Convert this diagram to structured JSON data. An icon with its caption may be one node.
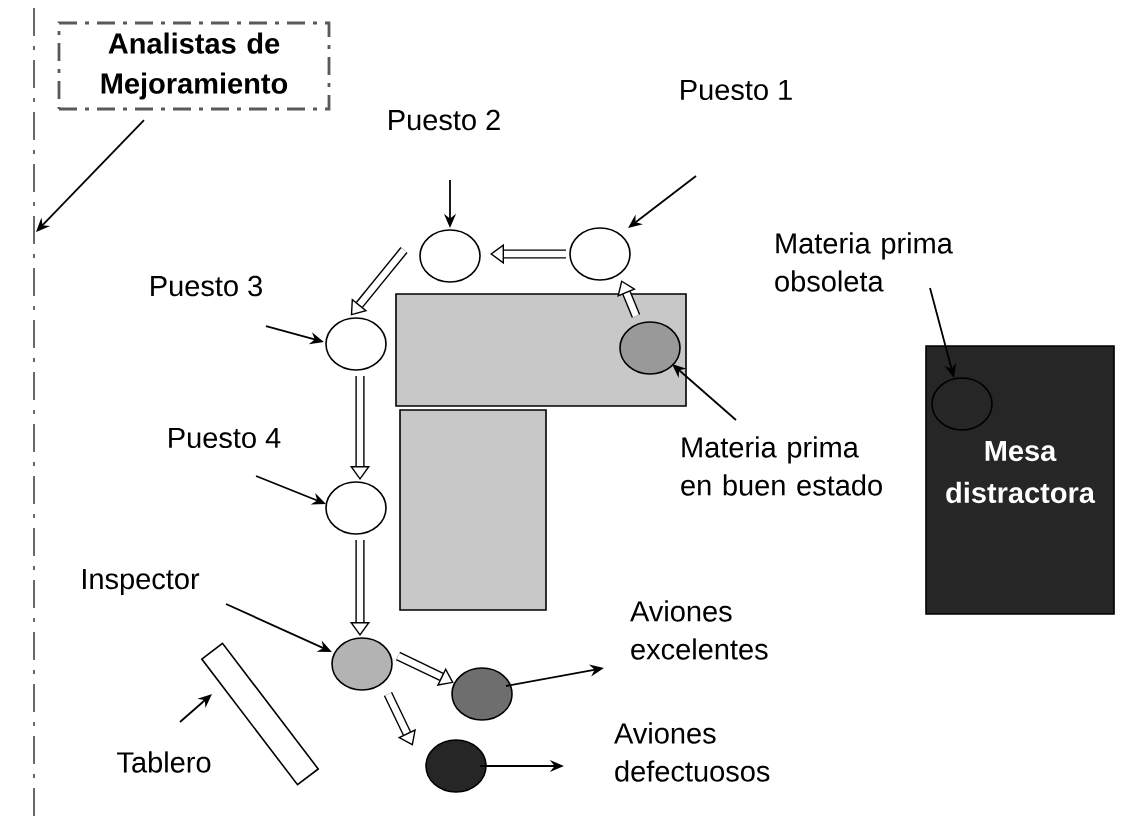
{
  "diagram": {
    "nodes": [
      {
        "text": [
          "Analistas de Mejoramiento"
        ]
      },
      {
        "text": [],
        "shape": "line"
      },
      {
        "text": [
          "Puesto 2"
        ]
      },
      {
        "text": [
          "Puesto 1"
        ]
      },
      {
        "text": [],
        "shape": "circle"
      },
      {
        "text": [],
        "shape": "circle"
      },
      {
        "text": [
          "Puesto 3"
        ]
      },
      {
        "text": [
          "Materia prima obsoleta"
        ]
      },
      {
        "text": [],
        "shape": "box"
      },
      {
        "text": [],
        "shape": "circle",
        "in": 8
      },
      {
        "text": [],
        "shape": "circle"
      },
      {
        "text": [
          "Mesa distractora"
        ]
      },
      {
        "text": [],
        "shape": "circle",
        "in": 11
      },
      {
        "text": [],
        "shape": "box"
      },
      {
        "text": [
          "Materia prima en buen estado"
        ]
      },
      {
        "text": [
          "Puesto 4"
        ]
      },
      {
        "text": [],
        "shape": "circle"
      },
      {
        "text": [
          "Inspector"
        ]
      },
      {
        "text": [],
        "shape": "circle"
      },
      {
        "text": [
          "Aviones excelentes"
        ]
      },
      {
        "text": [],
        "shape": "circle"
      },
      {
        "text": [],
        "shape": "bar"
      },
      {
        "text": [
          "Tablero"
        ]
      },
      {
        "text": [],
        "shape": "circle"
      },
      {
        "text": [
          "Aviones defectuosos"
        ]
      }
    ],
    "edges": [
      {
        "from": 0,
        "to": 1,
        "arrow": "to"
      },
      {
        "from": 2,
        "to": 4,
        "arrow": "to"
      },
      {
        "from": 3,
        "to": 5,
        "arrow": "to"
      },
      {
        "from": 6,
        "to": 10,
        "arrow": "to"
      },
      {
        "from": 7,
        "to": 12,
        "arrow": "to"
      },
      {
        "from": 14,
        "to": 9,
        "arrow": "to"
      },
      {
        "from": 15,
        "to": 16,
        "arrow": "to"
      },
      {
        "from": 17,
        "to": 18,
        "arrow": "to"
      },
      {
        "from": 20,
        "to": 19,
        "arrow": "to"
      },
      {
        "from": 22,
        "to": 21,
        "arrow": "to"
      },
      {
        "from": 23,
        "to": 24,
        "arrow": "to"
      },
      {
        "from": 9,
        "to": 5,
        "arrow": "to",
        "style": "thick"
      },
      {
        "from": 5,
        "to": 4,
        "arrow": "to",
        "style": "thick"
      },
      {
        "from": 4,
        "to": 10,
        "arrow": "to",
        "style": "thick"
      },
      {
        "from": 10,
        "to": 16,
        "arrow": "to",
        "style": "thick"
      },
      {
        "from": 16,
        "to": 18,
        "arrow": "to",
        "style": "thick"
      },
      {
        "from": 18,
        "to": 20,
        "arrow": "to",
        "style": "thick"
      },
      {
        "from": 18,
        "to": 23,
        "arrow": "to",
        "style": "thick"
      }
    ]
  }
}
